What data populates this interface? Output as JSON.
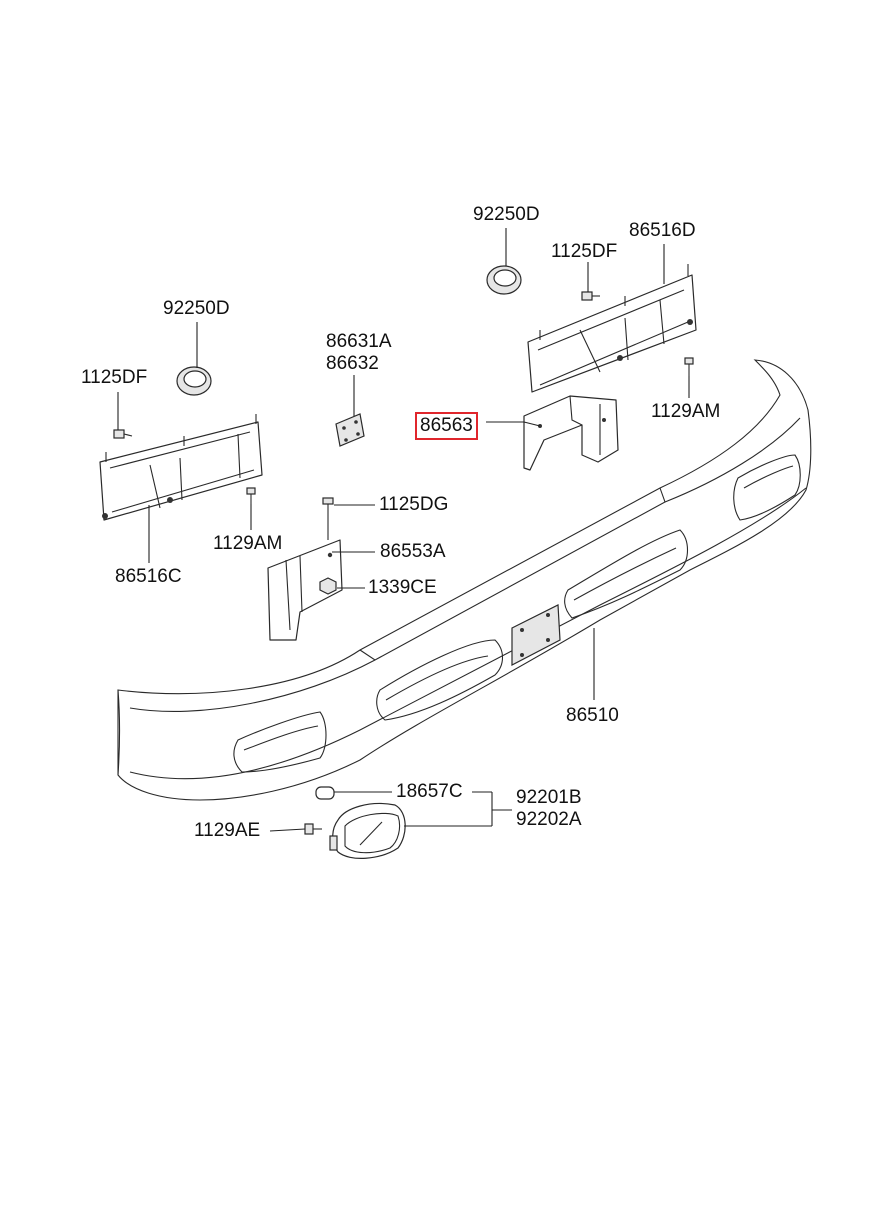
{
  "diagram": {
    "highlight_color": "#e0262c",
    "parts": [
      {
        "id": "p1",
        "label": "92250D",
        "highlighted": false
      },
      {
        "id": "p2",
        "label": "86516D",
        "highlighted": false
      },
      {
        "id": "p3",
        "label": "1125DF",
        "highlighted": false
      },
      {
        "id": "p4",
        "label": "92250D",
        "highlighted": false
      },
      {
        "id": "p5",
        "label": "86631A",
        "highlighted": false
      },
      {
        "id": "p6",
        "label": "86632",
        "highlighted": false
      },
      {
        "id": "p7",
        "label": "1125DF",
        "highlighted": false
      },
      {
        "id": "p8",
        "label": "86563",
        "highlighted": true
      },
      {
        "id": "p9",
        "label": "1129AM",
        "highlighted": false
      },
      {
        "id": "p10",
        "label": "1125DG",
        "highlighted": false
      },
      {
        "id": "p11",
        "label": "1129AM",
        "highlighted": false
      },
      {
        "id": "p12",
        "label": "86553A",
        "highlighted": false
      },
      {
        "id": "p13",
        "label": "86516C",
        "highlighted": false
      },
      {
        "id": "p14",
        "label": "1339CE",
        "highlighted": false
      },
      {
        "id": "p15",
        "label": "86510",
        "highlighted": false
      },
      {
        "id": "p16",
        "label": "18657C",
        "highlighted": false
      },
      {
        "id": "p17",
        "label": "92201B",
        "highlighted": false
      },
      {
        "id": "p18",
        "label": "1129AE",
        "highlighted": false
      },
      {
        "id": "p19",
        "label": "92202A",
        "highlighted": false
      }
    ]
  }
}
